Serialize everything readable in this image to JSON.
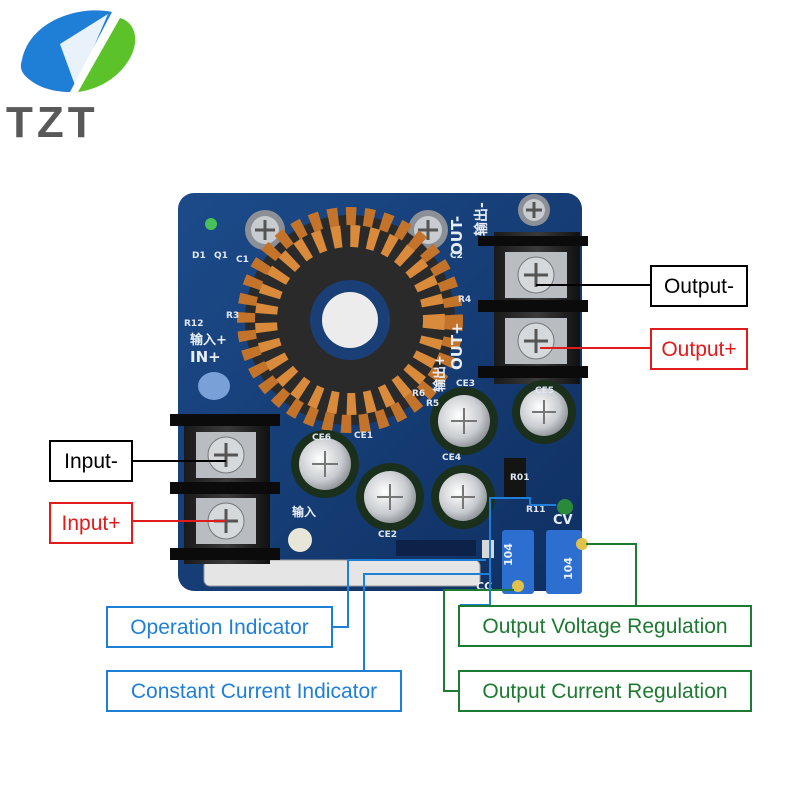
{
  "brand": {
    "name": "TZT",
    "colors": {
      "blue": "#1f7fd6",
      "green": "#5cc22a",
      "gray": "#595959"
    }
  },
  "board": {
    "silkscreen": {
      "out_minus": "OUT-",
      "out_minus_cn": "输出-",
      "out_plus": "OUT+",
      "out_plus_cn": "输出+",
      "in_plus": "IN+",
      "in_plus_cn": "输入+",
      "in_cn": "输入",
      "cv": "CV",
      "cc": "CC",
      "pot_value": "104",
      "refs": [
        "D1",
        "Q1",
        "C1",
        "C2",
        "R12",
        "R3",
        "R4",
        "R5",
        "R6",
        "CE1",
        "CE2",
        "CE3",
        "CE4",
        "CE5",
        "CE6",
        "R01",
        "R11"
      ]
    }
  },
  "labels": {
    "output_minus": {
      "text": "Output-",
      "color": "#000000"
    },
    "output_plus": {
      "text": "Output+",
      "color": "#e01b1b"
    },
    "input_minus": {
      "text": "Input-",
      "color": "#000000"
    },
    "input_plus": {
      "text": "Input+",
      "color": "#e01b1b"
    },
    "operation_indicator": {
      "text": "Operation Indicator",
      "color": "#1f7fd6"
    },
    "constant_current_indicator": {
      "text": "Constant Current Indicator",
      "color": "#1f7fd6"
    },
    "output_voltage_regulation": {
      "text": "Output Voltage Regulation",
      "color": "#1e7a32"
    },
    "output_current_regulation": {
      "text": "Output Current Regulation",
      "color": "#1e7a32"
    }
  }
}
